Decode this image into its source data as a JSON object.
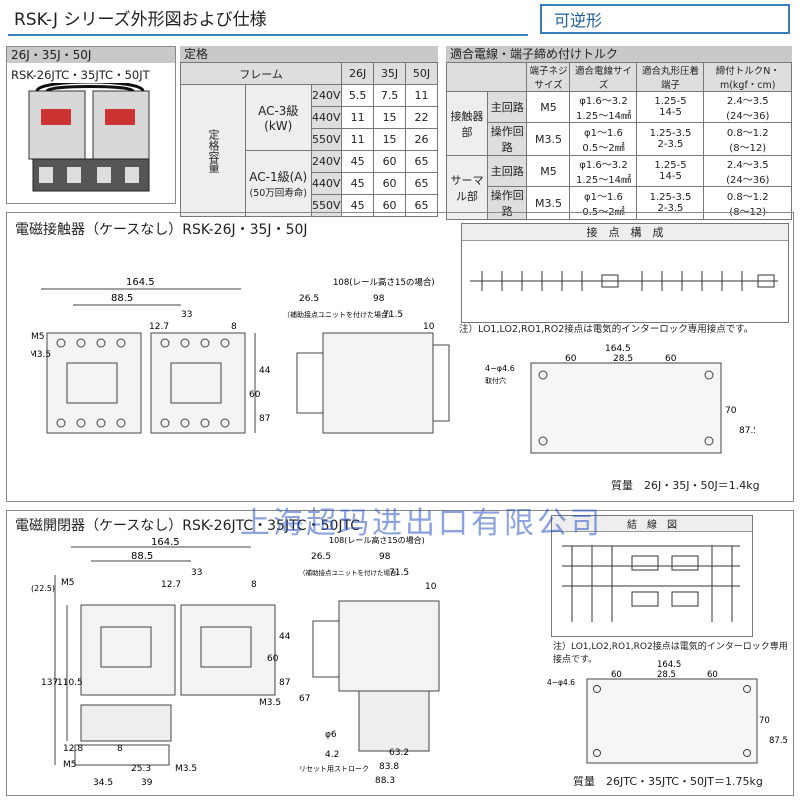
{
  "header": {
    "title": "RSK-J シリーズ外形図および仕様",
    "badge": "可逆形"
  },
  "product": {
    "series_label": "26J・35J・50J",
    "model_label": "RSK-26JTC・35JTC・50JT"
  },
  "rating_table": {
    "section_label": "定格",
    "frame_label": "フレーム",
    "frames": [
      "26J",
      "35J",
      "50J"
    ],
    "rated_label": "定格容量",
    "groups": [
      {
        "name": "AC-3級",
        "unit": "(kW)",
        "rows": [
          {
            "v": "240V",
            "vals": [
              "5.5",
              "7.5",
              "11"
            ]
          },
          {
            "v": "440V",
            "vals": [
              "11",
              "15",
              "22"
            ]
          },
          {
            "v": "550V",
            "vals": [
              "11",
              "15",
              "26"
            ]
          }
        ]
      },
      {
        "name": "AC-1級(A)",
        "unit": "(50万回寿命)",
        "rows": [
          {
            "v": "240V",
            "vals": [
              "45",
              "60",
              "65"
            ]
          },
          {
            "v": "440V",
            "vals": [
              "45",
              "60",
              "65"
            ]
          },
          {
            "v": "550V",
            "vals": [
              "45",
              "60",
              "65"
            ]
          }
        ]
      }
    ]
  },
  "wire_table": {
    "section_label": "適合電線・端子締め付けトルク",
    "cols": [
      "端子ネジサイズ",
      "適合電線サイズ",
      "適合丸形圧着端子",
      "締付トルクN・m(kgf・cm)"
    ],
    "groups": [
      {
        "name": "接触器部",
        "rows": [
          {
            "circuit": "主回路",
            "screw": "M5",
            "wire": [
              "φ1.6〜3.2",
              "1.25〜14㎟"
            ],
            "term": [
              "1.25-5",
              "14-5"
            ],
            "torque": [
              "2.4〜3.5",
              "(24〜36)"
            ]
          },
          {
            "circuit": "操作回路",
            "screw": "M3.5",
            "wire": [
              "φ1〜1.6",
              "0.5〜2㎟"
            ],
            "term": [
              "1.25-3.5",
              "2-3.5"
            ],
            "torque": [
              "0.8〜1.2",
              "(8〜12)"
            ]
          }
        ]
      },
      {
        "name": "サーマル部",
        "rows": [
          {
            "circuit": "主回路",
            "screw": "M5",
            "wire": [
              "φ1.6〜3.2",
              "1.25〜14㎟"
            ],
            "term": [
              "1.25-5",
              "14-5"
            ],
            "torque": [
              "2.4〜3.5",
              "(24〜36)"
            ]
          },
          {
            "circuit": "操作回路",
            "screw": "M3.5",
            "wire": [
              "φ1〜1.6",
              "0.5〜2㎟"
            ],
            "term": [
              "1.25-3.5",
              "2-3.5"
            ],
            "torque": [
              "0.8〜1.2",
              "(8〜12)"
            ]
          }
        ]
      }
    ]
  },
  "section1": {
    "title": "電磁接触器（ケースなし）RSK-26J・35J・50J",
    "contact_title": "接　点　構　成",
    "note": "注）LO1,LO2,RO1,RO2接点は電気的インターロック専用接点です。",
    "mass": "質量　26J・35J・50J＝1.4kg",
    "dims": {
      "w1": "164.5",
      "w2": "88.5",
      "d1": "33",
      "d2": "12.7",
      "d3": "8",
      "h1": "44.5",
      "h2": "60",
      "h3": "87.5",
      "m5": "M5",
      "m35": "M3.5",
      "side_rail": "108(レール高さ15の場合)",
      "side_w1": "26.5",
      "side_w2": "98",
      "side_w3": "71.5",
      "side_w4": "10",
      "aux": "（補助接点ユニットを付けた場合）",
      "base_w": "164.5",
      "base_a": "60",
      "base_b": "28.5",
      "base_c": "60",
      "base_h1": "70",
      "base_h2": "87.5",
      "holes": "4−φ4.6",
      "holes_note": "取付穴"
    }
  },
  "section2": {
    "title": "電磁開閉器（ケースなし）RSK-26JTC・35JTC・50JTC",
    "wiring_title": "結　線　図",
    "note": "注）LO1,LO2,RO1,RO2接点は電気的インターロック専用接点です。",
    "mass": "質量　26JTC・35JTC・50JT＝1.75kg",
    "dims": {
      "w1": "164.5",
      "w2": "88.5",
      "d1": "33",
      "d2": "12.7",
      "d3": "8",
      "h1": "44.5",
      "h2": "60",
      "h3": "87.5",
      "top": "(22.5)",
      "left1": "137",
      "left2": "110.5",
      "b1": "12.8",
      "b2": "8",
      "b3": "25.3",
      "b4": "34.5",
      "b5": "39",
      "m5": "M5",
      "m35": "M3.5",
      "side_rail": "108(レール高さ15の場合)",
      "side_w1": "26.5",
      "side_w2": "98",
      "side_w3": "71.5",
      "side_w4": "10",
      "side_h": "67",
      "phi6": "φ6",
      "sb1": "4.2",
      "sb2": "63.2",
      "sb3": "83.8",
      "sb4": "88.3",
      "reset": "リセット用ストローク",
      "aux": "（補助接点ユニットを付けた場合）",
      "base_w": "164.5",
      "base_a": "60",
      "base_b": "28.5",
      "base_c": "60",
      "base_h1": "70",
      "base_h2": "87.5",
      "holes": "4−φ4.6"
    }
  },
  "watermark": "上海超玛进出口有限公司"
}
